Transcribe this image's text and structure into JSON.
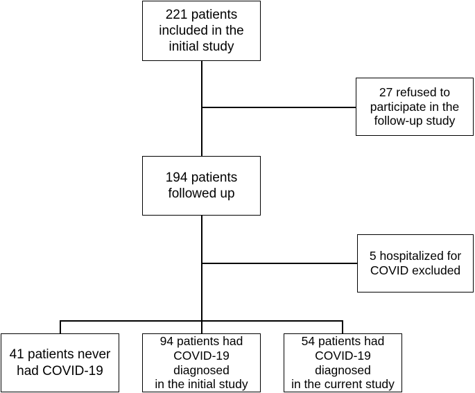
{
  "flowchart": {
    "boxes": {
      "initial_study": "221 patients\nincluded in the\ninitial study",
      "refused": "27 refused to\nparticipate in the\nfollow-up study",
      "followed_up": "194 patients\nfollowed up",
      "hospitalized_excluded": "5 hospitalized for\nCOVID excluded",
      "never_covid": "41 patients never\nhad COVID-19",
      "covid_initial": "94 patients had\nCOVID-19 diagnosed\nin the initial study",
      "covid_current": "54 patients had\nCOVID-19 diagnosed\nin the current study"
    },
    "colors": {
      "stroke": "#000000",
      "background": "#ffffff",
      "text": "#000000"
    }
  }
}
